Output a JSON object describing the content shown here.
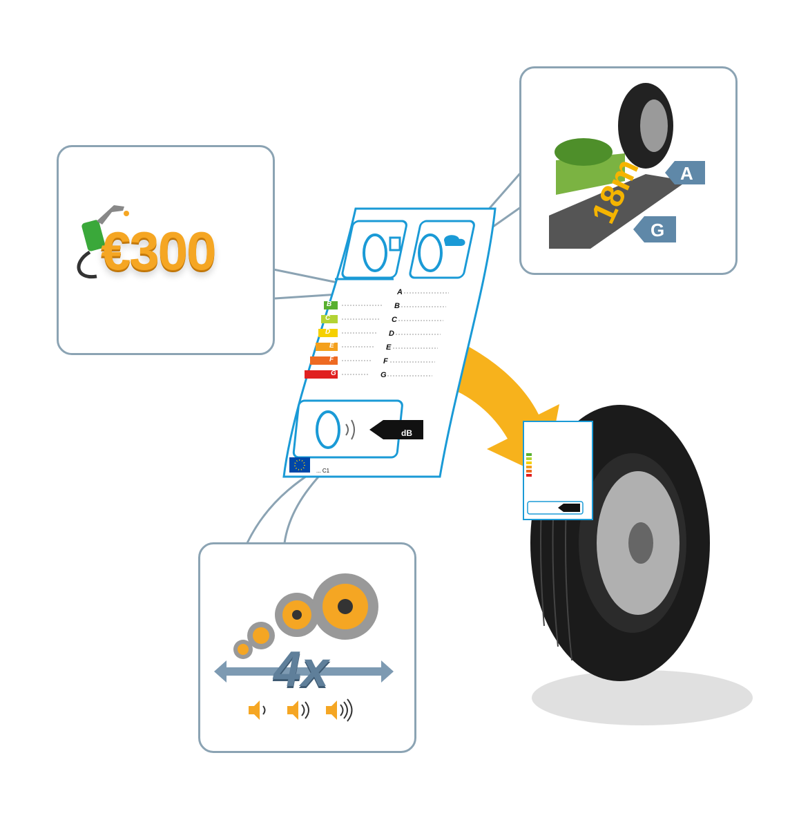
{
  "fuel": {
    "amount": "€300"
  },
  "wet_grip": {
    "best_grade": "A",
    "worst_grade": "G",
    "distance": "18 m"
  },
  "label": {
    "efficiency_grades": [
      "B",
      "C",
      "D",
      "E",
      "F",
      "G"
    ],
    "wet_grades": [
      "A",
      "B",
      "C",
      "D",
      "E",
      "F",
      "G"
    ],
    "noise_unit": "dB",
    "footer": "... C1"
  },
  "noise": {
    "multiplier": "4x"
  },
  "colors": {
    "callout_border": "#8ba3b3",
    "label_blue": "#1a9ad6",
    "arrow_orange": "#f7b21c",
    "grade_colors": [
      "#58b030",
      "#b3d334",
      "#f5d000",
      "#f4a01c",
      "#ee6a22",
      "#e02020"
    ]
  }
}
